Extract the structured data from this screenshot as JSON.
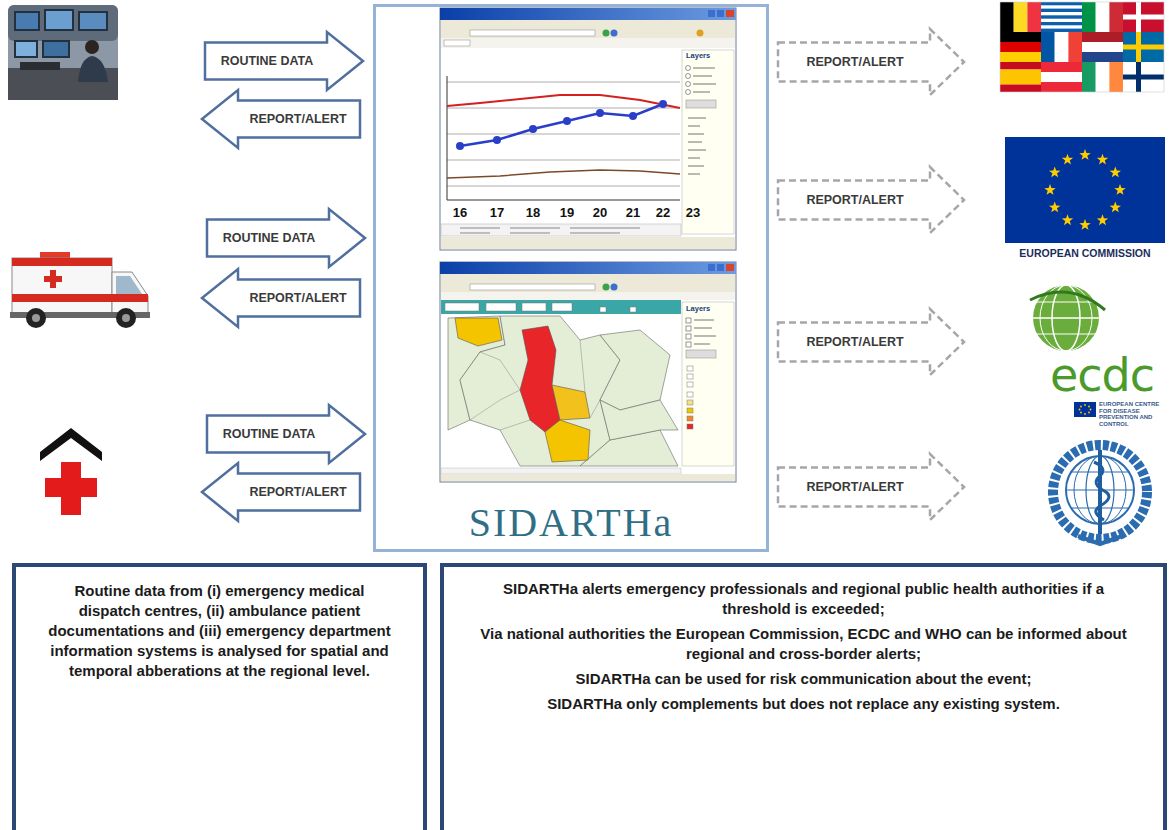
{
  "diagram": {
    "nodes": [
      {
        "text": [
          "ROUTINE DATA"
        ]
      },
      {
        "text": [
          "REPORT/ALERT"
        ]
      },
      {
        "text": [
          "ROUTINE DATA"
        ]
      },
      {
        "text": [
          "REPORT/ALERT"
        ]
      },
      {
        "text": [
          "ROUTINE DATA"
        ]
      },
      {
        "text": [
          "REPORT/ALERT"
        ]
      },
      {
        "text": [
          "SIDARTHa"
        ]
      },
      {
        "text": [
          "REPORT/ALERT"
        ]
      },
      {
        "text": [
          "REPORT/ALERT"
        ]
      },
      {
        "text": [
          "REPORT/ALERT"
        ]
      },
      {
        "text": [
          "REPORT/ALERT"
        ]
      },
      {
        "text": [
          "Routine data from (i) emergency medical dispatch centres, (ii) ambulance patient documentations and (iii) emergency department information systems is analysed for spatial and temporal abberations at the regional level."
        ]
      },
      {
        "text": [
          "SIDARTHa alerts emergency professionals and regional public health authorities if a threshold is exceeded;",
          "Via national authorities the European Commission, ECDC and WHO can be informed about regional and cross-border alerts;",
          "SIDARTHa can be used for risk communication about the event;",
          "SIDARTHa only complements but does not replace any existing system."
        ]
      }
    ],
    "labels": [
      "16",
      "17",
      "18",
      "19",
      "20",
      "21",
      "22",
      "23",
      "Layers",
      "Layers",
      "EUROPEAN COMMISSION",
      "ecdc",
      "EUROPEAN CENTRE FOR DISEASE PREVENTION AND CONTROL"
    ]
  }
}
